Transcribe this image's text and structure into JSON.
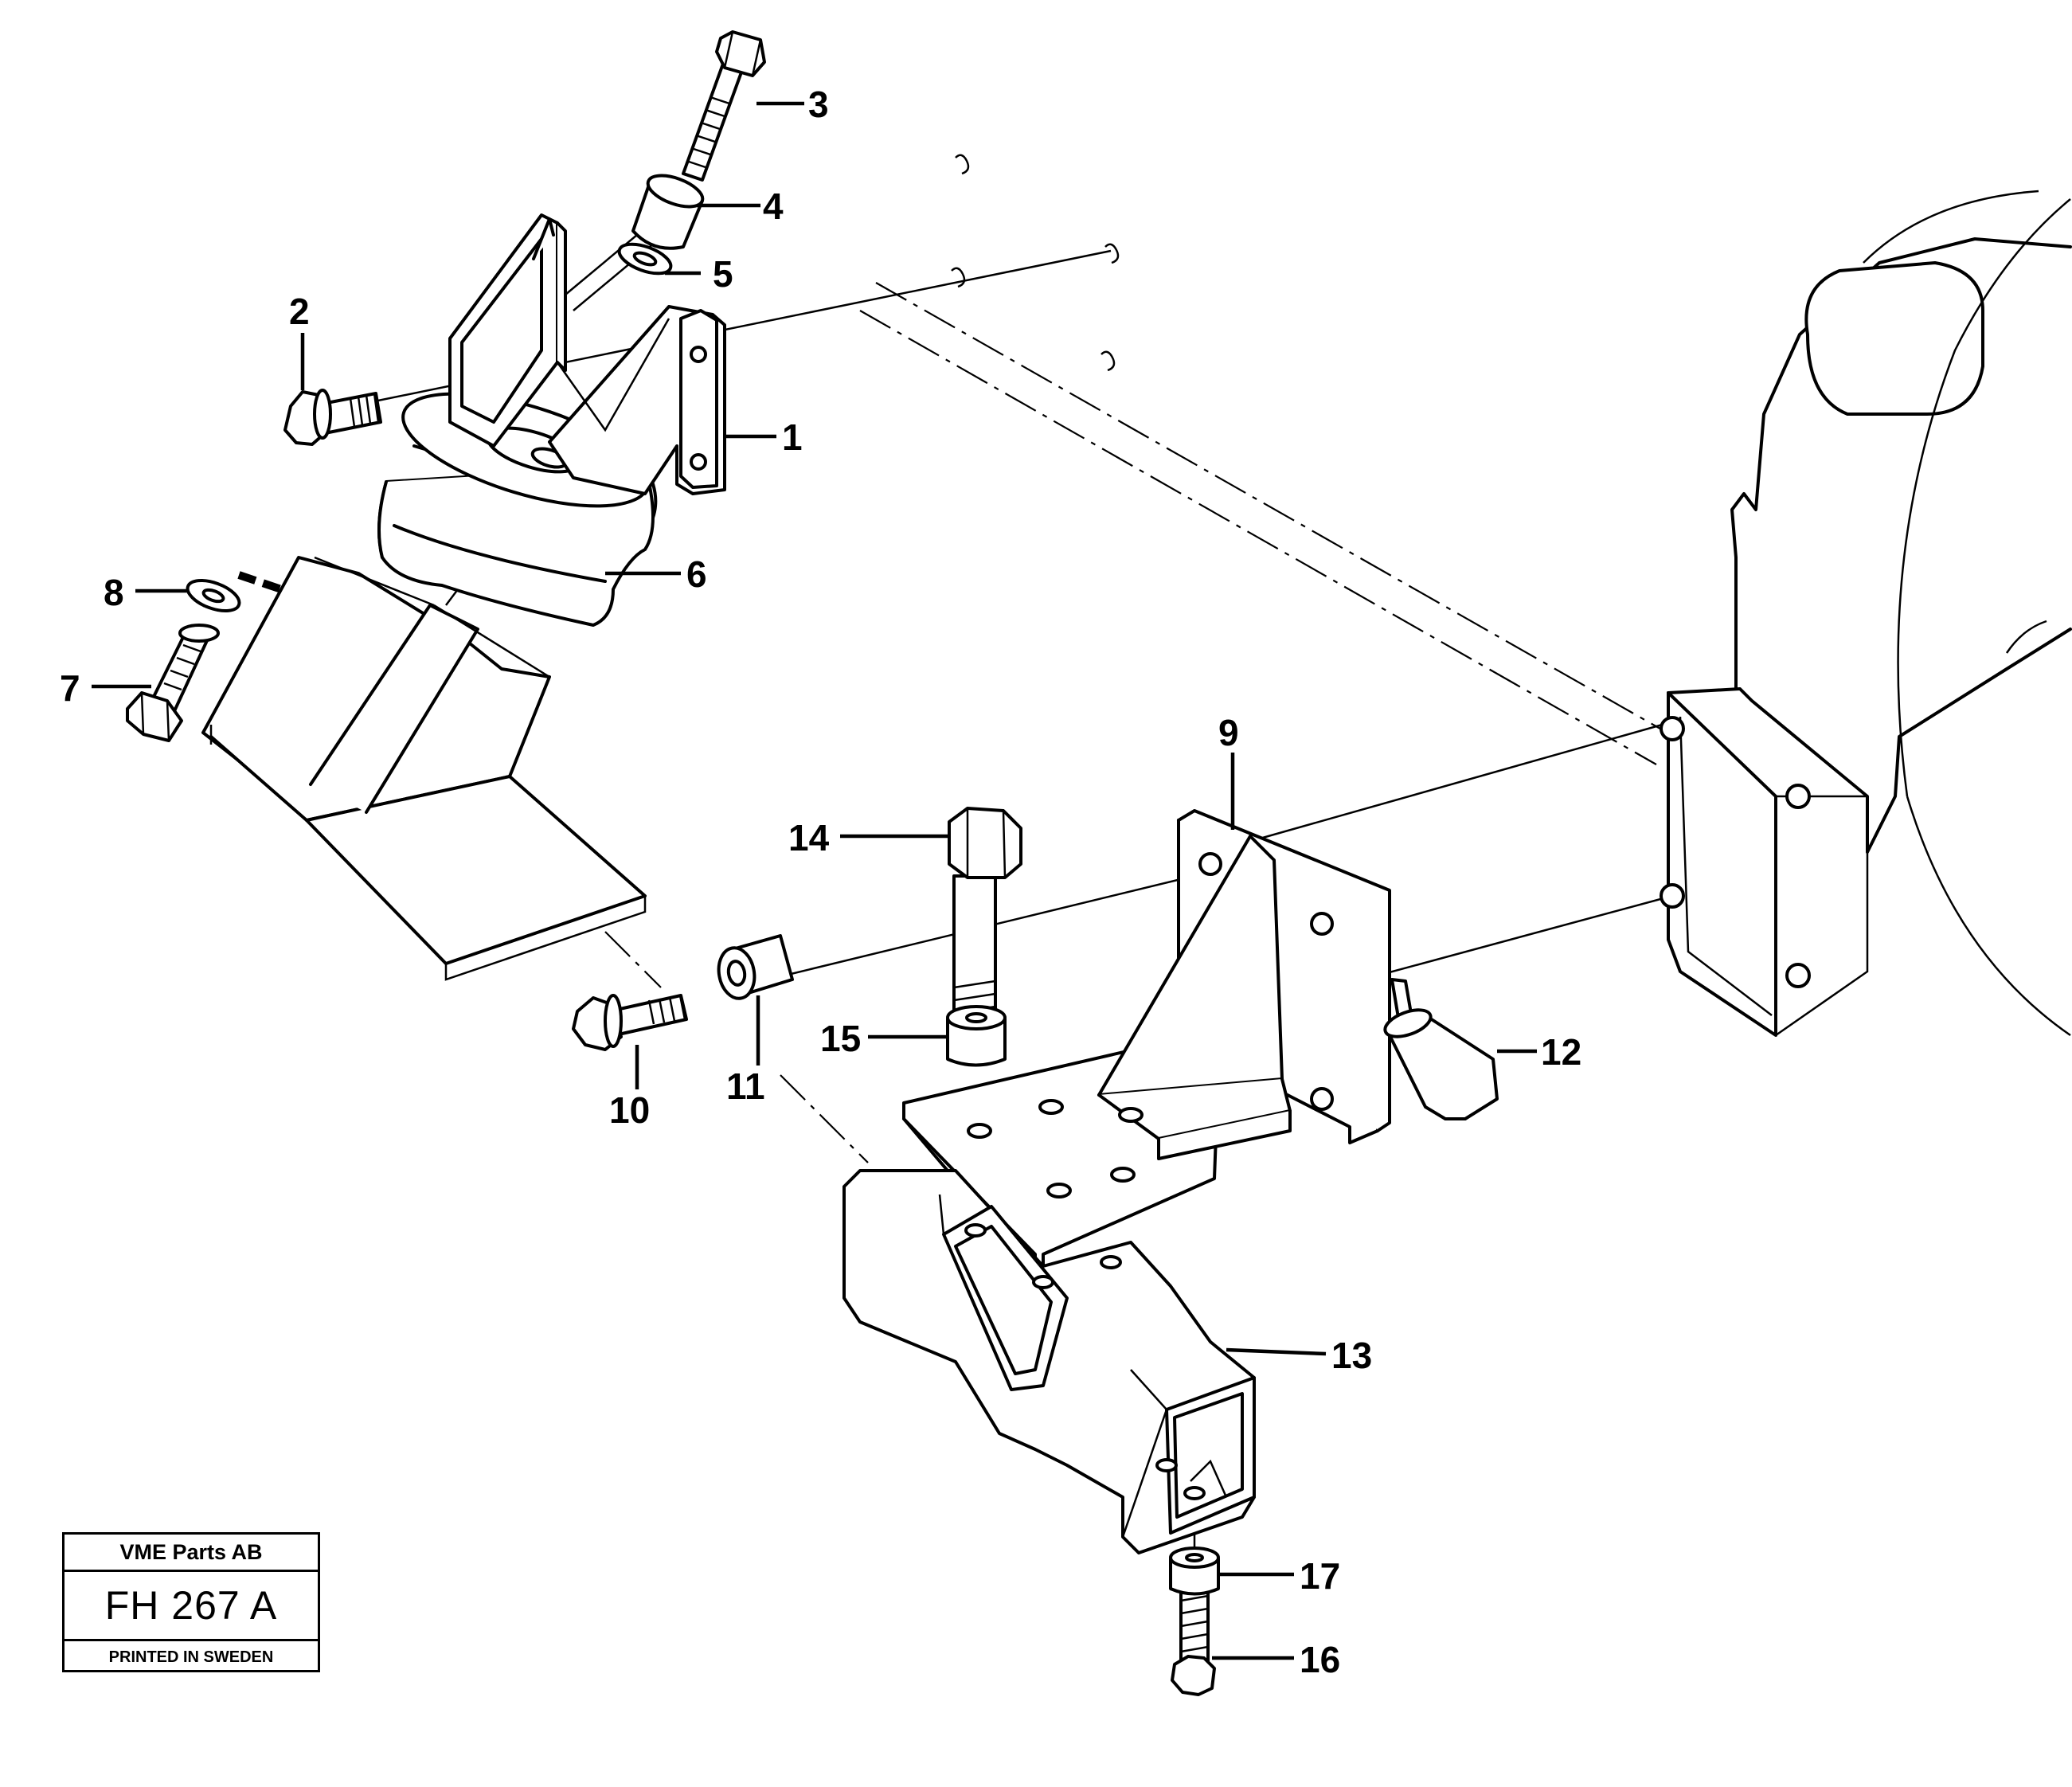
{
  "callouts": {
    "c1": "1",
    "c2": "2",
    "c3": "3",
    "c4": "4",
    "c5": "5",
    "c6": "6",
    "c7": "7",
    "c8": "8",
    "c9": "9",
    "c10": "10",
    "c11": "11",
    "c12": "12",
    "c13": "13",
    "c14": "14",
    "c15": "15",
    "c16": "16",
    "c17": "17"
  },
  "title_block": {
    "company": "VME Parts AB",
    "drawing_code": "FH 267 A",
    "printed": "PRINTED IN SWEDEN"
  }
}
